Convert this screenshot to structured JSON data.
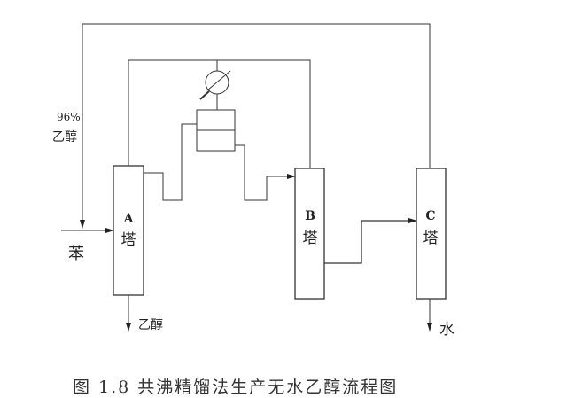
{
  "diagram": {
    "feed_ethanol_label_pct": "96%",
    "feed_ethanol_label": "乙醇",
    "feed_benzene_label": "苯",
    "columns": [
      {
        "letter": "A",
        "name": "塔"
      },
      {
        "letter": "B",
        "name": "塔"
      },
      {
        "letter": "C",
        "name": "塔"
      }
    ],
    "product_ethanol_label": "乙醇",
    "product_water_label": "水",
    "caption": "图 1.8 共沸精馏法生产无水乙醇流程图"
  }
}
